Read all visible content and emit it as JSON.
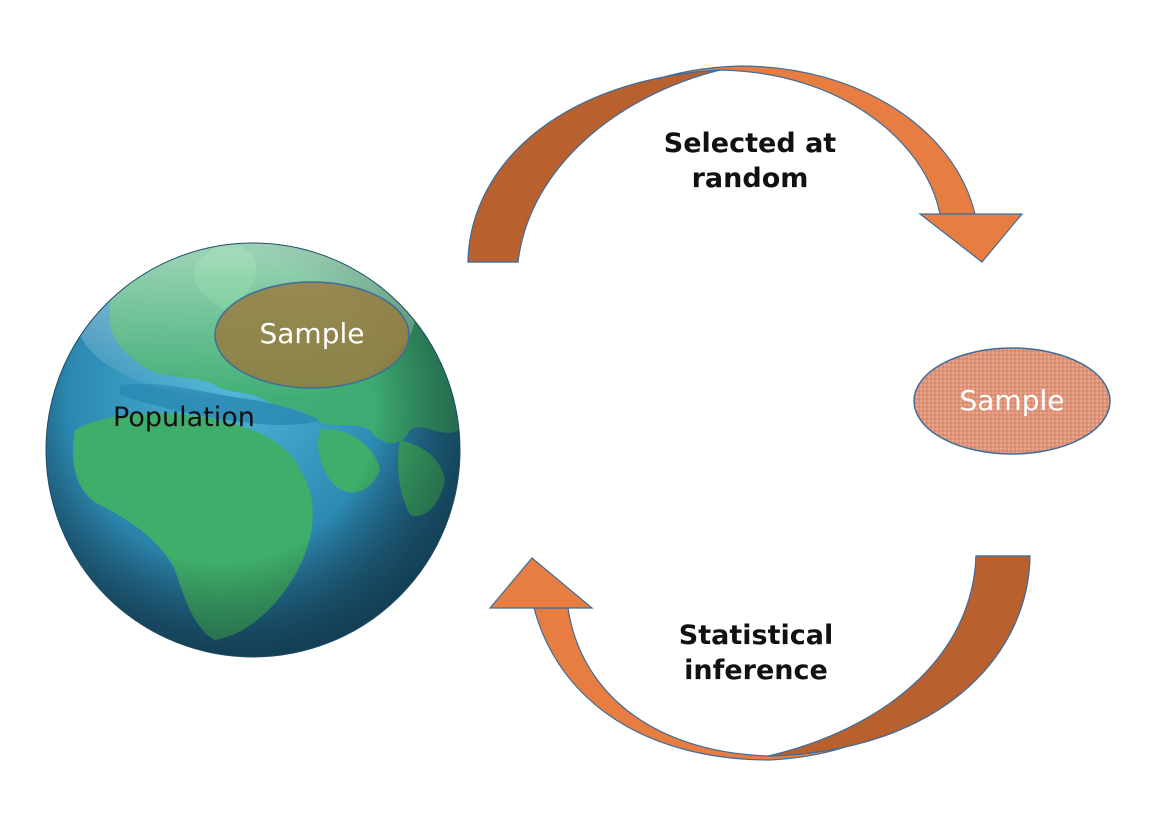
{
  "globe": {
    "population_label": "Population",
    "sample_label": "Sample"
  },
  "right_sample": {
    "label": "Sample"
  },
  "top_arrow": {
    "line1": "Selected at",
    "line2": "random"
  },
  "bottom_arrow": {
    "line1": "Statistical",
    "line2": "inference"
  },
  "colors": {
    "arrow_light": "#e87d42",
    "arrow_dark": "#b9602f",
    "arrow_outline": "#3f6d9a",
    "ocean": "#2c8ab3",
    "land": "#3fae6a",
    "sample_overlay": "#9a7a3e",
    "right_sample_fill": "#e0957a"
  }
}
